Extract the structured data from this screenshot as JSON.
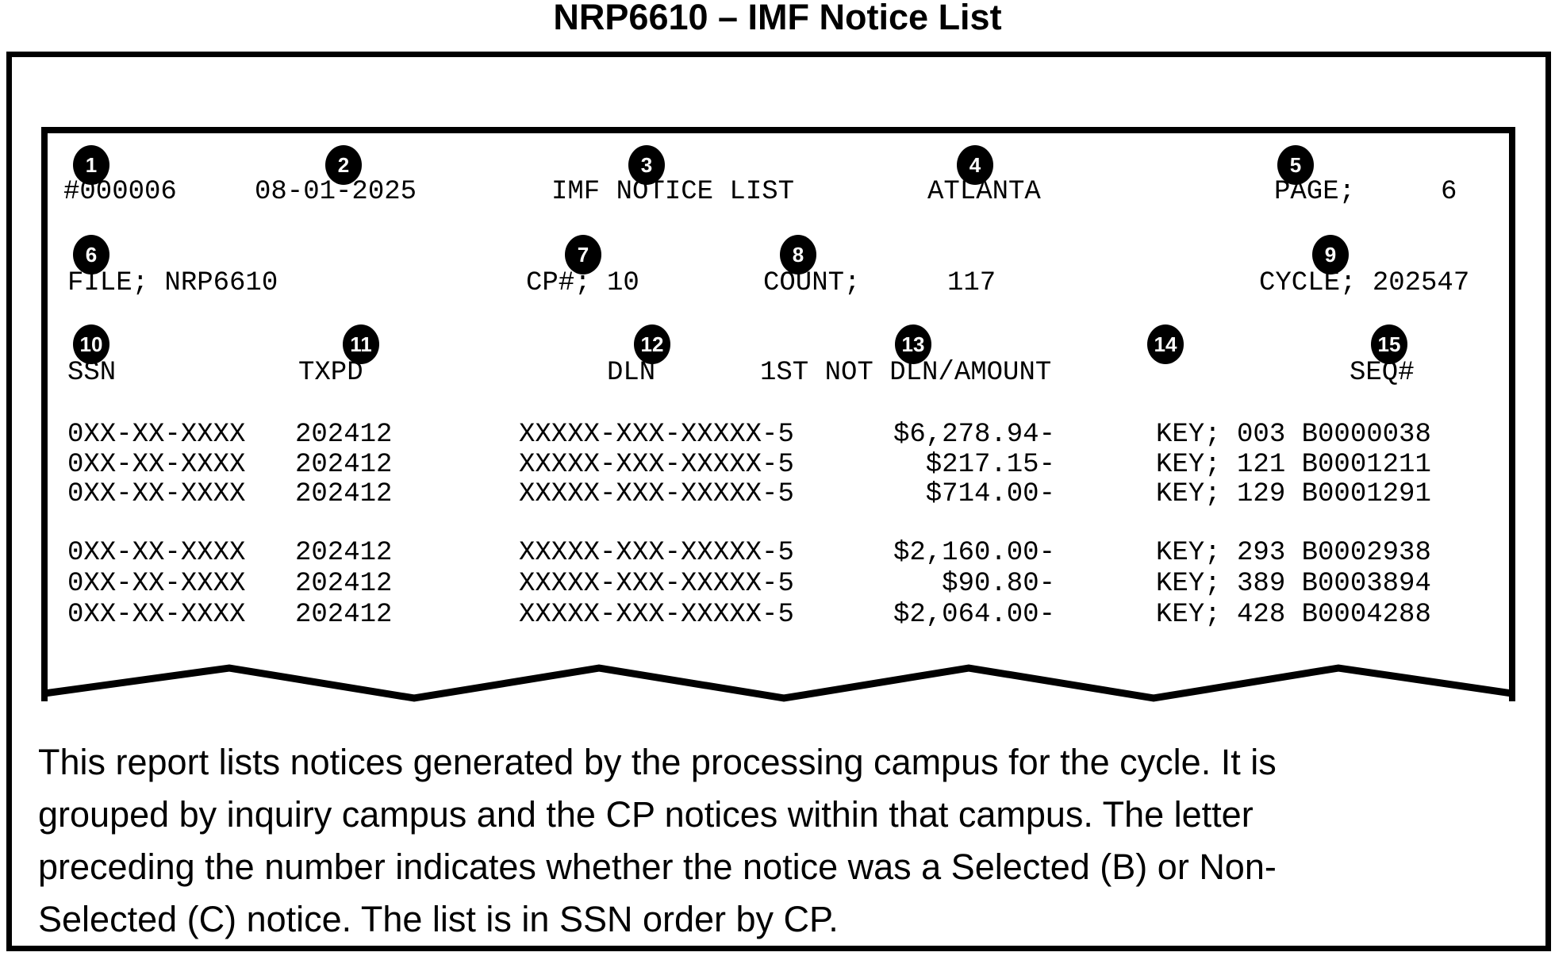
{
  "title": "NRP6610 – IMF Notice List",
  "report": {
    "callouts": [
      "1",
      "2",
      "3",
      "4",
      "5",
      "6",
      "7",
      "8",
      "9",
      "10",
      "11",
      "12",
      "13",
      "14",
      "15"
    ],
    "header_row1": {
      "record_number": "#000006",
      "date": "08-01-2025",
      "list_title": "IMF NOTICE LIST",
      "campus": "ATLANTA",
      "page_label": "PAGE;",
      "page_value": "6"
    },
    "header_row2": {
      "file": "FILE; NRP6610",
      "cp": "CP#; 10",
      "count_label": "COUNT;",
      "count_value": "117",
      "cycle": "CYCLE; 202547"
    },
    "columns": {
      "ssn": "SSN",
      "txpd": "TXPD",
      "dln": "DLN",
      "first_not": "1ST NOT DLN/AMOUNT",
      "seq": "SEQ#"
    },
    "rows": [
      {
        "ssn": "0XX-XX-XXXX",
        "txpd": "202412",
        "dln": "XXXXX-XXX-XXXXX-5",
        "amount": "$6,278.94-",
        "key": "KEY; 003 B0000038"
      },
      {
        "ssn": "0XX-XX-XXXX",
        "txpd": "202412",
        "dln": "XXXXX-XXX-XXXXX-5",
        "amount": "$217.15-",
        "key": "KEY; 121 B0001211"
      },
      {
        "ssn": "0XX-XX-XXXX",
        "txpd": "202412",
        "dln": "XXXXX-XXX-XXXXX-5",
        "amount": "$714.00-",
        "key": "KEY; 129 B0001291"
      },
      {
        "ssn": "0XX-XX-XXXX",
        "txpd": "202412",
        "dln": "XXXXX-XXX-XXXXX-5",
        "amount": "$2,160.00-",
        "key": "KEY; 293 B0002938"
      },
      {
        "ssn": "0XX-XX-XXXX",
        "txpd": "202412",
        "dln": "XXXXX-XXX-XXXXX-5",
        "amount": "$90.80-",
        "key": "KEY; 389 B0003894"
      },
      {
        "ssn": "0XX-XX-XXXX",
        "txpd": "202412",
        "dln": "XXXXX-XXX-XXXXX-5",
        "amount": "$2,064.00-",
        "key": "KEY; 428 B0004288"
      }
    ]
  },
  "description": {
    "lines": [
      "This report lists notices generated by the processing campus for the cycle. It is",
      "grouped by inquiry campus and the CP notices within that campus. The letter",
      "preceding the number indicates whether the notice was a Selected (B) or Non-",
      "Selected (C) notice. The list is in SSN order by CP."
    ]
  }
}
